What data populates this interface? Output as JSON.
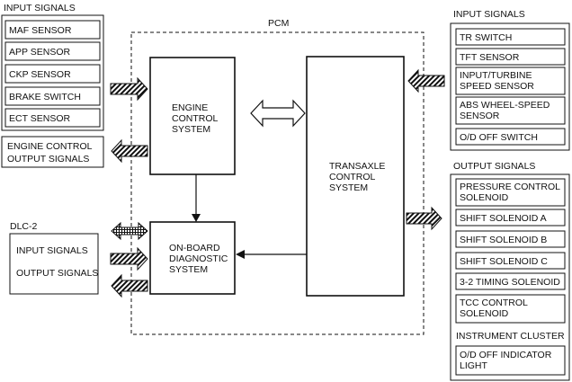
{
  "left_input": {
    "heading": "INPUT SIGNALS",
    "items": [
      "MAF SENSOR",
      "APP SENSOR",
      "CKP SENSOR",
      "BRAKE SWITCH",
      "ECT SENSOR"
    ]
  },
  "engine_output": {
    "line1": "ENGINE CONTROL",
    "line2": "OUTPUT SIGNALS"
  },
  "dlc": {
    "heading": "DLC-2",
    "input": "INPUT SIGNALS",
    "output": "OUTPUT SIGNALS"
  },
  "pcm": {
    "label": "PCM",
    "engine": [
      "ENGINE",
      "CONTROL",
      "SYSTEM"
    ],
    "obd": [
      "ON-BOARD",
      "DIAGNOSTIC",
      "SYSTEM"
    ],
    "transaxle": [
      "TRANSAXLE",
      "CONTROL",
      "SYSTEM"
    ]
  },
  "right_input": {
    "heading": "INPUT SIGNALS",
    "items": [
      [
        "TR SWITCH"
      ],
      [
        "TFT SENSOR"
      ],
      [
        "INPUT/TURBINE",
        "SPEED SENSOR"
      ],
      [
        "ABS WHEEL-SPEED",
        "SENSOR"
      ],
      [
        "O/D OFF SWITCH"
      ]
    ]
  },
  "right_output": {
    "heading": "OUTPUT SIGNALS",
    "items": [
      [
        "PRESSURE CONTROL",
        "SOLENOID"
      ],
      [
        "SHIFT SOLENOID A"
      ],
      [
        "SHIFT SOLENOID B"
      ],
      [
        "SHIFT SOLENOID C"
      ],
      [
        "3-2 TIMING SOLENOID"
      ],
      [
        "TCC CONTROL",
        "SOLENOID"
      ]
    ],
    "cluster_heading": "INSTRUMENT CLUSTER",
    "cluster_item": [
      "O/D OFF INDICATOR",
      "LIGHT"
    ]
  }
}
